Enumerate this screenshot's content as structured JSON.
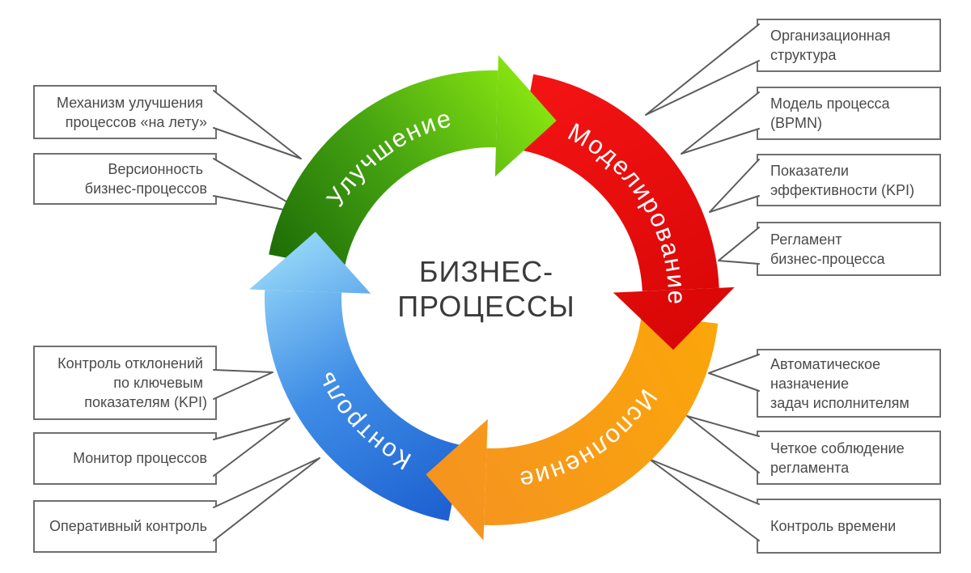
{
  "title": {
    "line1": "БИЗНЕС-",
    "line2": "ПРОЦЕССЫ"
  },
  "wheel": {
    "improvement": {
      "label": "Улучшение",
      "color_start": "#1e6d07",
      "color_end": "#86e311"
    },
    "modeling": {
      "label": "Моделирование",
      "color_start": "#f31313",
      "color_end": "#d90707"
    },
    "execution": {
      "label": "Исполнение",
      "color_start": "#fba60a",
      "color_end": "#f5941f"
    },
    "control": {
      "label": "Контроль",
      "color_start": "#1c60d1",
      "color_end": "#90d2f7"
    }
  },
  "callouts_left": [
    {
      "lines": [
        "Механизм улучшения",
        "процессов «на лету»"
      ]
    },
    {
      "lines": [
        "Версионность",
        "бизнес-процессов"
      ]
    },
    {
      "lines": [
        "Контроль отклонений",
        "по ключевым",
        "показателям (KPI)"
      ]
    },
    {
      "lines": [
        "Монитор процессов"
      ]
    },
    {
      "lines": [
        "Оперативный контроль"
      ]
    }
  ],
  "callouts_right": [
    {
      "lines": [
        "Организационная",
        "структура"
      ]
    },
    {
      "lines": [
        "Модель процесса",
        "(BPMN)"
      ]
    },
    {
      "lines": [
        "Показатели",
        "эффективности (KPI)"
      ]
    },
    {
      "lines": [
        "Регламент",
        "бизнес-процесса"
      ]
    },
    {
      "lines": [
        "Автоматическое",
        "назначение",
        "задач исполнителям"
      ]
    },
    {
      "lines": [
        "Четкое соблюдение",
        "регламента"
      ]
    },
    {
      "lines": [
        "Контроль времени"
      ]
    }
  ]
}
